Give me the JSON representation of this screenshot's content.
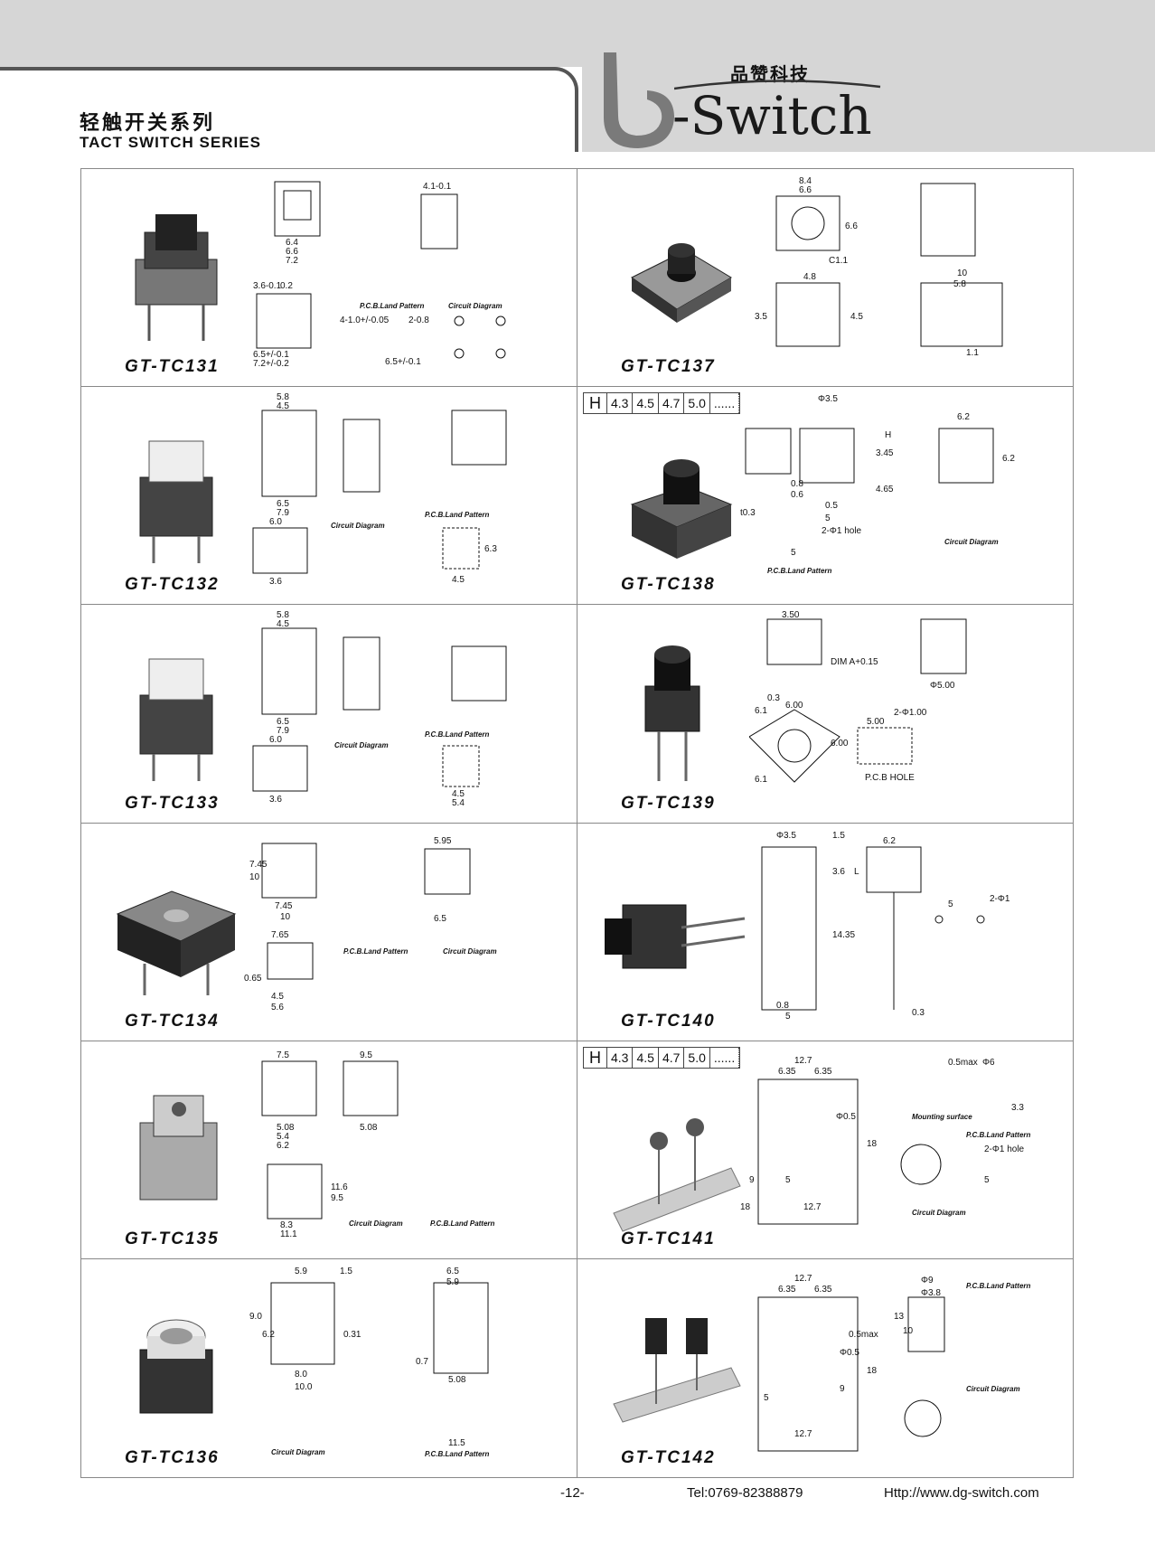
{
  "header": {
    "title_cn": "轻触开关系列",
    "title_en": "TACT SWITCH SERIES",
    "logo_cn": "品赞科技",
    "logo_text": "-Switch"
  },
  "products": [
    {
      "model": "GT-TC131"
    },
    {
      "model": "GT-TC137"
    },
    {
      "model": "GT-TC132"
    },
    {
      "model": "GT-TC138",
      "h_label": "H",
      "h_values": [
        "4.3",
        "4.5",
        "4.7",
        "5.0",
        "......"
      ]
    },
    {
      "model": "GT-TC133"
    },
    {
      "model": "GT-TC139"
    },
    {
      "model": "GT-TC134"
    },
    {
      "model": "GT-TC140"
    },
    {
      "model": "GT-TC135"
    },
    {
      "model": "GT-TC141",
      "h_label": "H",
      "h_values": [
        "4.3",
        "4.5",
        "4.7",
        "5.0",
        "......"
      ]
    },
    {
      "model": "GT-TC136"
    },
    {
      "model": "GT-TC142"
    }
  ],
  "drawings": {
    "tc131": {
      "d1": "6.4",
      "d2": "6.6",
      "d3": "7.2",
      "d4": "4.1-0.1",
      "d5": "3.6-0.1",
      "d6": "0.2",
      "d7": "6.5+/-0.1",
      "d8": "7.2+/-0.2",
      "pcb": "P.C.B.Land Pattern",
      "circ": "Circuit Diagram",
      "d9": "4-1.0+/-0.05",
      "d10": "2-0.8",
      "d11": "6.5+/-0.1"
    },
    "tc137": {
      "d1": "8.4",
      "d2": "6.6",
      "d3": "6.6",
      "d4": "4.8",
      "d5": "10",
      "d6": "5.8",
      "d7": "1.1",
      "d8": "C1.1",
      "d9": "3.5",
      "d10": "4.5"
    },
    "tc132": {
      "d1": "5.8",
      "d2": "4.5",
      "d3": "6.5",
      "d4": "7.9",
      "d5": "6.0",
      "d6": "3.6",
      "d7": "4.5",
      "d8": "6.3",
      "circ": "Circuit Diagram",
      "pcb": "P.C.B.Land Pattern"
    },
    "tc138": {
      "d1": "Φ3.5",
      "d2": "3.45",
      "d3": "4.65",
      "d4": "0.8",
      "d5": "0.6",
      "d6": "0.5",
      "d7": "5",
      "d8": "6.2",
      "d9": "6.2",
      "d10": "t0.3",
      "d11": "2-Φ1 hole",
      "d12": "5",
      "pcb": "P.C.B.Land Pattern",
      "circ": "Circuit Diagram",
      "h": "H"
    },
    "tc133": {
      "d1": "5.8",
      "d2": "4.5",
      "d3": "6.5",
      "d4": "7.9",
      "d5": "6.0",
      "d6": "3.6",
      "d7": "4.5",
      "d8": "5.4",
      "circ": "Circuit Diagram",
      "pcb": "P.C.B.Land Pattern"
    },
    "tc139": {
      "d1": "3.50",
      "d2": "0.3",
      "d3": "6.00",
      "d4": "6.00",
      "d5": "5.00",
      "d6": "2-Φ1.00",
      "d7": "Φ5.00",
      "d8": "6.1",
      "d9": "6.1",
      "hole": "P.C.B HOLE",
      "a": "DIM A+0.15"
    },
    "tc134": {
      "d1": "7.45",
      "d2": "10",
      "d3": "7.45",
      "d4": "10",
      "d5": "5.95",
      "d6": "6.5",
      "d7": "7.65",
      "d8": "4.5",
      "d9": "5.6",
      "d10": "0.65",
      "pcb": "P.C.B.Land Pattern",
      "circ": "Circuit Diagram"
    },
    "tc140": {
      "d1": "Φ3.5",
      "d2": "1.5",
      "d3": "3.6",
      "d4": "14.35",
      "d5": "0.8",
      "d6": "5",
      "d7": "6.2",
      "d8": "5",
      "d9": "2-Φ1",
      "d10": "0.3",
      "l": "L"
    },
    "tc135": {
      "d1": "7.5",
      "d2": "9.5",
      "d3": "5.08",
      "d4": "5.4",
      "d5": "6.2",
      "d6": "5.08",
      "d7": "8.3",
      "d8": "11.1",
      "d9": "11.6",
      "d10": "9.5",
      "circ": "Circuit Diagram",
      "pcb": "P.C.B.Land Pattern"
    },
    "tc141": {
      "d1": "12.7",
      "d2": "6.35",
      "d3": "6.35",
      "d4": "Φ0.5",
      "d5": "18",
      "d6": "9",
      "d7": "5",
      "d8": "12.7",
      "d9": "18",
      "d10": "Φ6",
      "d11": "0.5max",
      "d12": "3.3",
      "d13": "2-Φ1 hole",
      "d14": "5",
      "mount": "Mounting surface",
      "pcb": "P.C.B.Land Pattern",
      "circ": "Circuit Diagram"
    },
    "tc136": {
      "d1": "5.9",
      "d2": "1.5",
      "d3": "9.0",
      "d4": "6.2",
      "d5": "8.0",
      "d6": "10.0",
      "d7": "0.31",
      "d8": "6.5",
      "d9": "5.9",
      "d10": "0.7",
      "d11": "5.08",
      "d12": "11.5",
      "circ": "Circuit Diagram",
      "pcb": "P.C.B.Land Pattern"
    },
    "tc142": {
      "d1": "12.7",
      "d2": "6.35",
      "d3": "6.35",
      "d4": "Φ0.5",
      "d5": "0.5max",
      "d6": "18",
      "d7": "9",
      "d8": "5",
      "d9": "12.7",
      "d10": "Φ9",
      "d11": "Φ3.8",
      "d12": "13",
      "d13": "10",
      "pcb": "P.C.B.Land Pattern",
      "circ": "Circuit Diagram"
    }
  },
  "footer": {
    "page": "-12-",
    "tel": "Tel:0769-82388879",
    "url": "Http://www.dg-switch.com"
  },
  "colors": {
    "band": "#d6d6d6",
    "border": "#888888"
  }
}
